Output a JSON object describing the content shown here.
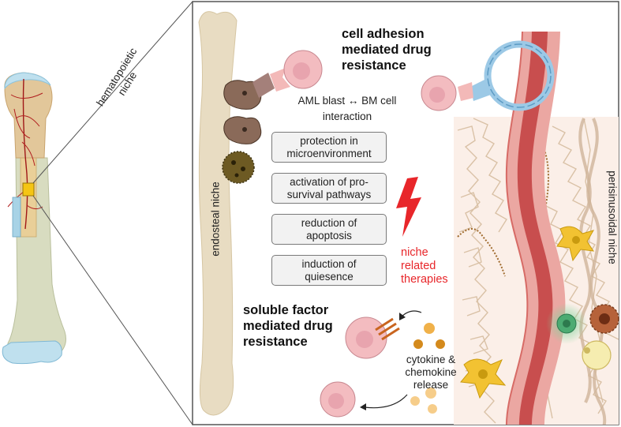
{
  "bone_label": {
    "line1": "hematopoietic",
    "line2": "niche"
  },
  "endosteal_label": "endosteal niche",
  "perisinusoidal_label": "perisinusoidal niche",
  "adhesion_title": {
    "line1": "cell adhesion",
    "line2": "mediated drug",
    "line3": "resistance"
  },
  "interaction": {
    "left": "AML blast",
    "arrow": "↔",
    "right": "BM cell",
    "line2": "interaction"
  },
  "mechanisms": [
    {
      "line1": "protection in",
      "line2": "microenvironment"
    },
    {
      "line1": "activation of pro-",
      "line2": "survival pathways"
    },
    {
      "line1": "reduction of",
      "line2": "apoptosis"
    },
    {
      "line1": "induction of",
      "line2": "quiesence"
    }
  ],
  "therapy_label": {
    "line1": "niche",
    "line2": "related",
    "line3": "therapies"
  },
  "soluble_title": {
    "line1": "soluble factor",
    "line2": "mediated drug",
    "line3": "resistance"
  },
  "cytokine_label": {
    "line1": "cytokine &",
    "line2": "chemokine",
    "line3": "release"
  },
  "colors": {
    "therapy": "#e8262a",
    "bone": "#e8dcc2",
    "vessel": "#e58a86",
    "frame": "#555555"
  }
}
